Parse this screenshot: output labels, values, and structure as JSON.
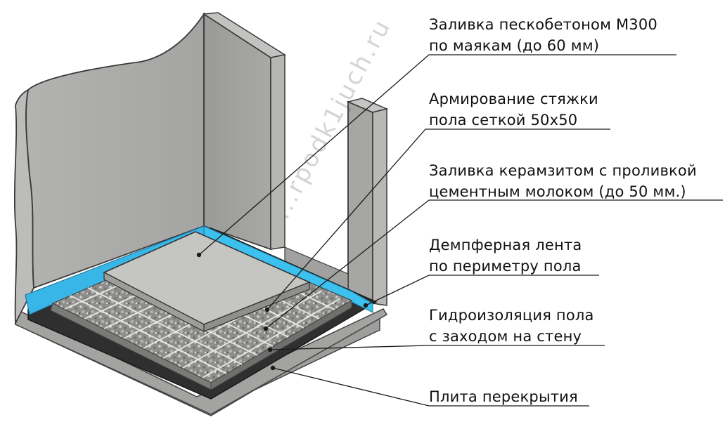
{
  "diagram": {
    "watermark": "...rpodk1juch.ru",
    "colors": {
      "concrete": "#a9a9a7",
      "concrete_dark": "#8e8e8c",
      "concrete_light": "#bdbdbb",
      "screed": "#c4c4c0",
      "damper_tape": "#38b6e8",
      "waterproofing": "#2e2e2e",
      "clay": "#8a8a88",
      "mesh": "#e6e6e6",
      "leader": "#1a1a1a"
    },
    "labels": [
      {
        "id": "screed",
        "lines": [
          "Заливка пескобетоном М300",
          "по маякам (до 60 мм)"
        ]
      },
      {
        "id": "mesh",
        "lines": [
          "Армирование стяжки",
          "пола сеткой 50х50"
        ]
      },
      {
        "id": "clay",
        "lines": [
          "Заливка керамзитом с проливкой",
          "цементным молоком (до 50 мм.)"
        ]
      },
      {
        "id": "damper",
        "lines": [
          "Демпферная лента",
          "по периметру пола"
        ]
      },
      {
        "id": "waterproofing",
        "lines": [
          "Гидроизоляция пола",
          "с заходом на стену"
        ]
      },
      {
        "id": "slab",
        "lines": [
          "Плита перекрытия"
        ]
      }
    ]
  }
}
